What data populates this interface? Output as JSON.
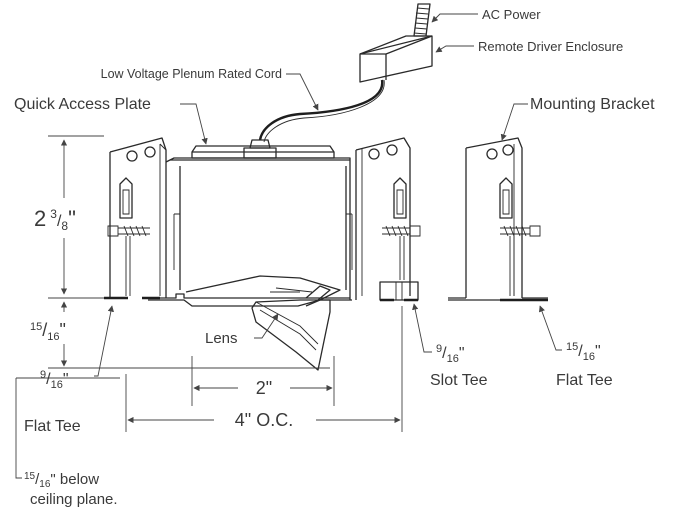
{
  "callouts": {
    "ac_power": "AC Power",
    "remote_driver": "Remote Driver Enclosure",
    "low_voltage_cord": "Low Voltage Plenum Rated Cord",
    "quick_access_plate": "Quick Access Plate",
    "mounting_bracket": "Mounting Bracket",
    "lens": "Lens"
  },
  "dimensions": {
    "height_whole": "2",
    "height_num": "3",
    "height_den": "8",
    "height_unit": "\"",
    "drop_num": "15",
    "drop_den": "16",
    "drop_unit": "\"",
    "lens_width": "2\"",
    "oc_width": "4\" O.C."
  },
  "tees": {
    "flat_left_num": "9",
    "flat_left_den": "16",
    "flat_left_unit": "\"",
    "flat_left_name": "Flat Tee",
    "slot_num": "9",
    "slot_den": "16",
    "slot_unit": "\"",
    "slot_name": "Slot Tee",
    "flat_right_num": "15",
    "flat_right_den": "16",
    "flat_right_unit": "\"",
    "flat_right_name": "Flat Tee"
  },
  "ceiling_note": {
    "num": "15",
    "den": "16",
    "unit": "\"",
    "line1_rest": " below",
    "line2": "ceiling plane."
  }
}
